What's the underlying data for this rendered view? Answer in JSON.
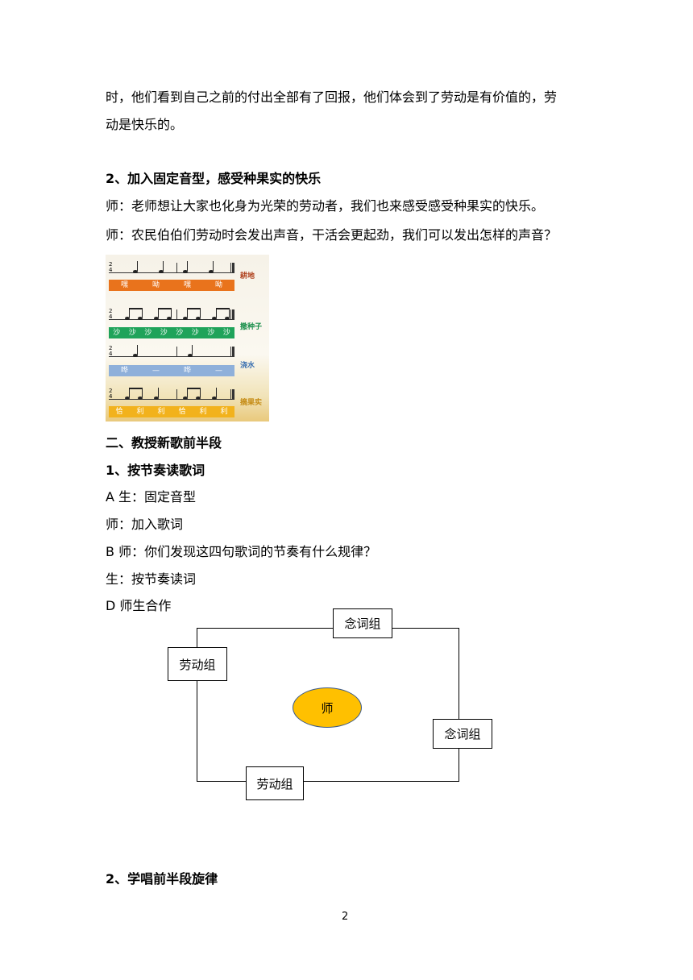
{
  "paragraph": {
    "line1": "时，他们看到自己之前的付出全部有了回报，他们体会到了劳动是有价值的，劳",
    "line2": "动是快乐的。"
  },
  "section2": {
    "heading": "2、加入固定音型，感受种果实的快乐",
    "p1": "师：老师想让大家也化身为光荣的劳动者，我们也来感受感受种果实的快乐。",
    "p2": "师：农民伯伯们劳动时会发出声音，干活会更起劲，我们可以发出怎样的声音？"
  },
  "rhythm_image": {
    "rows": [
      {
        "label": "耕地",
        "syllables": [
          "嘿",
          "呦",
          "嘿",
          "呦"
        ],
        "band_color": "#e9731c",
        "label_color": "#b0421e"
      },
      {
        "label": "撒种子",
        "syllables": [
          "沙",
          "沙",
          "沙",
          "沙",
          "沙",
          "沙",
          "沙",
          "沙"
        ],
        "band_color": "#1fa35a",
        "label_color": "#1a8f4b"
      },
      {
        "label": "浇水",
        "syllables": [
          "哗",
          "—",
          "哗",
          "—"
        ],
        "band_color": "#8fb0da",
        "label_color": "#3a6fb0"
      },
      {
        "label": "摘果实",
        "syllables": [
          "恰",
          "利",
          "利",
          "恰",
          "利",
          "利"
        ],
        "band_color": "#f2b21c",
        "label_color": "#c48a12"
      }
    ],
    "time_signature": "2/4"
  },
  "part2": {
    "heading": "二、教授新歌前半段",
    "sub1": "1、按节奏读歌词",
    "a": "A 生：固定音型",
    "b0": "师：加入歌词",
    "b": "B 师：你们发现这四句歌词的节奏有什么规律？",
    "c": "生：按节奏读词",
    "d": "D 师生合作"
  },
  "diagram": {
    "top": "念词组",
    "left": "劳动组",
    "center": "师",
    "right": "念词组",
    "bottom": "劳动组"
  },
  "sub2": "2、学唱前半段旋律",
  "page_number": "2"
}
